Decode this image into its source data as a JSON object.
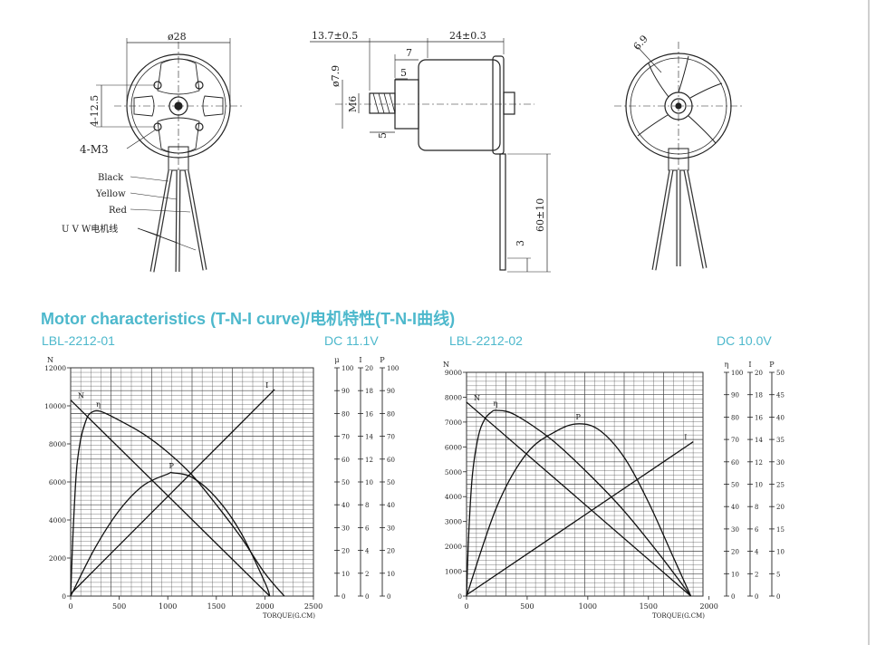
{
  "drawing": {
    "front_view": {
      "diameter_label": "ø28",
      "mount_spacing_label": "4-12.5",
      "screw_label": "4-M3",
      "wire_labels": [
        "Black",
        "Yellow",
        "Red"
      ],
      "phase_label": "U V W电机线"
    },
    "side_view": {
      "shaft_offset_label": "13.7±0.5",
      "body_length_label": "24±0.3",
      "shaft_diameter_label": "ø7.9",
      "collar_length_label": "7",
      "collar_inner_label": "5",
      "thread_label": "M6",
      "thread_length_label": "5",
      "lead_length_label": "60±10",
      "lead_end_label": "3"
    },
    "rear_view": {
      "vent_label": "6.9"
    }
  },
  "section_title": "Motor characteristics (T-N-I curve)/电机特性(T-N-I曲线)",
  "chart_data": [
    {
      "type": "line",
      "model": "LBL-2212-01",
      "voltage": "DC 11.1V",
      "xlabel": "TORQUE(G.CM)",
      "x_range": [
        0,
        2500
      ],
      "x_ticks": [
        0,
        500,
        1000,
        1500,
        2000,
        2500
      ],
      "axes": {
        "N": {
          "label": "N",
          "range": [
            0,
            12000
          ],
          "ticks": [
            0,
            2000,
            4000,
            6000,
            8000,
            10000,
            12000
          ]
        },
        "eta": {
          "label": "μ",
          "range": [
            0,
            100
          ],
          "ticks": [
            0,
            10,
            20,
            30,
            40,
            50,
            60,
            70,
            80,
            90,
            100
          ]
        },
        "I": {
          "label": "I",
          "range": [
            0,
            20
          ],
          "ticks": [
            0,
            2,
            4,
            6,
            8,
            10,
            12,
            14,
            16,
            18,
            20
          ]
        },
        "P": {
          "label": "P",
          "range": [
            0,
            100
          ],
          "ticks": [
            0,
            10,
            20,
            30,
            40,
            50,
            60,
            70,
            80,
            90,
            100
          ]
        }
      },
      "grid": true,
      "series": [
        {
          "name": "N",
          "axis": "N",
          "x": [
            0,
            2050
          ],
          "y": [
            10300,
            0
          ]
        },
        {
          "name": "I",
          "axis": "I",
          "x": [
            0,
            2100
          ],
          "y": [
            0.2,
            18.1
          ]
        },
        {
          "name": "P",
          "axis": "P",
          "x": [
            0,
            250,
            500,
            750,
            1000,
            1050,
            1250,
            1500,
            1750,
            2000,
            2050
          ],
          "y": [
            0,
            21,
            37.5,
            48.5,
            53.5,
            54,
            52,
            43,
            28,
            6,
            0
          ]
        },
        {
          "name": "η",
          "axis": "eta",
          "x": [
            0,
            25,
            60,
            100,
            150,
            200,
            300,
            500,
            750,
            1000,
            1250,
            1500,
            1750,
            2000,
            2200
          ],
          "y": [
            0,
            28,
            55,
            68,
            76,
            80,
            81,
            77,
            71,
            63,
            53,
            40,
            26,
            10,
            0
          ]
        }
      ]
    },
    {
      "type": "line",
      "model": "LBL-2212-02",
      "voltage": "DC 10.0V",
      "xlabel": "TORQUE(G.CM)",
      "x_range": [
        0,
        1950
      ],
      "x_ticks": [
        0,
        500,
        1000,
        1500,
        2000
      ],
      "axes": {
        "N": {
          "label": "N",
          "range": [
            0,
            9000
          ],
          "ticks": [
            0,
            1000,
            2000,
            3000,
            4000,
            5000,
            6000,
            7000,
            8000,
            9000
          ]
        },
        "eta": {
          "label": "η",
          "range": [
            0,
            100
          ],
          "ticks": [
            0,
            10,
            20,
            30,
            40,
            50,
            60,
            70,
            80,
            90,
            100
          ]
        },
        "I": {
          "label": "I",
          "range": [
            0,
            20
          ],
          "ticks": [
            0,
            2,
            4,
            6,
            8,
            10,
            12,
            14,
            16,
            18,
            20
          ]
        },
        "P": {
          "label": "P",
          "range": [
            0,
            50
          ],
          "ticks": [
            0,
            5,
            10,
            15,
            20,
            25,
            30,
            35,
            40,
            45,
            50
          ]
        }
      },
      "grid": true,
      "series": [
        {
          "name": "N",
          "axis": "N",
          "x": [
            0,
            1850
          ],
          "y": [
            7800,
            0
          ]
        },
        {
          "name": "I",
          "axis": "I",
          "x": [
            0,
            1870
          ],
          "y": [
            0.1,
            13.8
          ]
        },
        {
          "name": "P",
          "axis": "P",
          "x": [
            0,
            250,
            500,
            750,
            930,
            1100,
            1300,
            1500,
            1700,
            1850
          ],
          "y": [
            0,
            20,
            32,
            37,
            38.5,
            37,
            31,
            21,
            9,
            0
          ]
        },
        {
          "name": "η",
          "axis": "eta",
          "x": [
            0,
            20,
            50,
            100,
            150,
            200,
            250,
            400,
            700,
            1000,
            1300,
            1600,
            1850
          ],
          "y": [
            0,
            30,
            55,
            72,
            79,
            82,
            83,
            81,
            70,
            55,
            38,
            18,
            0
          ]
        }
      ]
    }
  ]
}
